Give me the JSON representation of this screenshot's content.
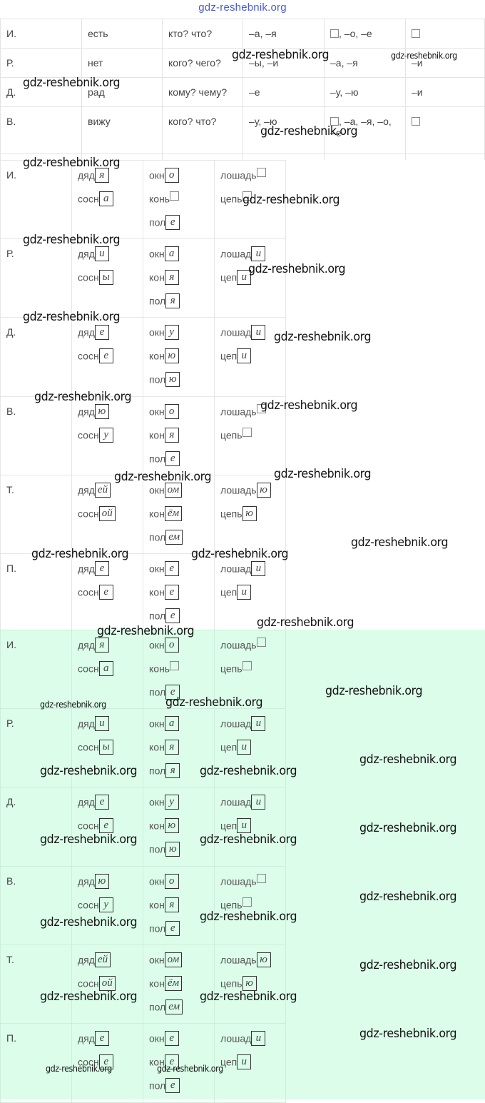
{
  "header": {
    "watermark": "gdz-reshebnik.org"
  },
  "endings_table": {
    "rows": [
      {
        "case": "И.",
        "aux": "есть",
        "question": "кто? что?",
        "decl1": "–а, –я",
        "decl2": "□, –о, –е",
        "decl3": "□"
      },
      {
        "case": "Р.",
        "aux": "нет",
        "question": "кого? чего?",
        "decl1": "–ы, –и",
        "decl2": "–а, –я",
        "decl3": "–и"
      },
      {
        "case": "Д.",
        "aux": "рад",
        "question": "кому? чему?",
        "decl1": "–е",
        "decl2": "–у, –ю",
        "decl3": "–и"
      },
      {
        "case": "В.",
        "aux": "вижу",
        "question": "кого? что?",
        "decl1": "–у, –ю",
        "decl2": "□, –а, –я, –о, –е",
        "decl3": "□"
      }
    ]
  },
  "declension_blocks": [
    {
      "background": "#ffffff",
      "rows": [
        {
          "case": "И.",
          "c1": [
            {
              "stem": "дяд",
              "end": "я"
            },
            {
              "stem": "сосн",
              "end": "а"
            }
          ],
          "c2": [
            {
              "stem": "окн",
              "end": "о"
            },
            {
              "stem": "конь",
              "end": ""
            },
            {
              "stem": "пол",
              "end": "е"
            }
          ],
          "c3": [
            {
              "stem": "лошадь",
              "end": ""
            },
            {
              "stem": "цепь",
              "end": ""
            }
          ]
        },
        {
          "case": "Р.",
          "c1": [
            {
              "stem": "дяд",
              "end": "и"
            },
            {
              "stem": "сосн",
              "end": "ы"
            }
          ],
          "c2": [
            {
              "stem": "окн",
              "end": "а"
            },
            {
              "stem": "кон",
              "end": "я"
            },
            {
              "stem": "пол",
              "end": "я"
            }
          ],
          "c3": [
            {
              "stem": "лошад",
              "end": "и"
            },
            {
              "stem": "цеп",
              "end": "и"
            }
          ]
        },
        {
          "case": "Д.",
          "c1": [
            {
              "stem": "дяд",
              "end": "е"
            },
            {
              "stem": "сосн",
              "end": "е"
            }
          ],
          "c2": [
            {
              "stem": "окн",
              "end": "у"
            },
            {
              "stem": "кон",
              "end": "ю"
            },
            {
              "stem": "пол",
              "end": "ю"
            }
          ],
          "c3": [
            {
              "stem": "лошад",
              "end": "и"
            },
            {
              "stem": "цеп",
              "end": "и"
            }
          ]
        },
        {
          "case": "В.",
          "c1": [
            {
              "stem": "дяд",
              "end": "ю"
            },
            {
              "stem": "сосн",
              "end": "у"
            }
          ],
          "c2": [
            {
              "stem": "окн",
              "end": "о"
            },
            {
              "stem": "кон",
              "end": "я"
            },
            {
              "stem": "пол",
              "end": "е"
            }
          ],
          "c3": [
            {
              "stem": "лошадь",
              "end": ""
            },
            {
              "stem": "цепь",
              "end": ""
            }
          ]
        },
        {
          "case": "Т.",
          "c1": [
            {
              "stem": "дяд",
              "end": "ей"
            },
            {
              "stem": "сосн",
              "end": "ой"
            }
          ],
          "c2": [
            {
              "stem": "окн",
              "end": "ом"
            },
            {
              "stem": "кон",
              "end": "ём"
            },
            {
              "stem": "пол",
              "end": "ем"
            }
          ],
          "c3": [
            {
              "stem": "лошадь",
              "end": "ю"
            },
            {
              "stem": "цепь",
              "end": "ю"
            }
          ]
        },
        {
          "case": "П.",
          "c1": [
            {
              "stem": "дяд",
              "end": "е"
            },
            {
              "stem": "сосн",
              "end": "е"
            }
          ],
          "c2": [
            {
              "stem": "окн",
              "end": "е"
            },
            {
              "stem": "кон",
              "end": "е"
            },
            {
              "stem": "пол",
              "end": "е"
            }
          ],
          "c3": [
            {
              "stem": "лошад",
              "end": "и"
            },
            {
              "stem": "цеп",
              "end": "и"
            }
          ]
        }
      ]
    },
    {
      "background": "#dcfde9",
      "rows": [
        {
          "case": "И.",
          "c1": [
            {
              "stem": "дяд",
              "end": "я"
            },
            {
              "stem": "сосн",
              "end": "а"
            }
          ],
          "c2": [
            {
              "stem": "окн",
              "end": "о"
            },
            {
              "stem": "конь",
              "end": ""
            },
            {
              "stem": "пол",
              "end": "е"
            }
          ],
          "c3": [
            {
              "stem": "лошадь",
              "end": ""
            },
            {
              "stem": "цепь",
              "end": ""
            }
          ]
        },
        {
          "case": "Р.",
          "c1": [
            {
              "stem": "дяд",
              "end": "и"
            },
            {
              "stem": "сосн",
              "end": "ы"
            }
          ],
          "c2": [
            {
              "stem": "окн",
              "end": "а"
            },
            {
              "stem": "кон",
              "end": "я"
            },
            {
              "stem": "пол",
              "end": "я"
            }
          ],
          "c3": [
            {
              "stem": "лошад",
              "end": "и"
            },
            {
              "stem": "цеп",
              "end": "и"
            }
          ]
        },
        {
          "case": "Д.",
          "c1": [
            {
              "stem": "дяд",
              "end": "е"
            },
            {
              "stem": "сосн",
              "end": "е"
            }
          ],
          "c2": [
            {
              "stem": "окн",
              "end": "у"
            },
            {
              "stem": "кон",
              "end": "ю"
            },
            {
              "stem": "пол",
              "end": "ю"
            }
          ],
          "c3": [
            {
              "stem": "лошад",
              "end": "и"
            },
            {
              "stem": "цеп",
              "end": "и"
            }
          ]
        },
        {
          "case": "В.",
          "c1": [
            {
              "stem": "дяд",
              "end": "ю"
            },
            {
              "stem": "сосн",
              "end": "у"
            }
          ],
          "c2": [
            {
              "stem": "окн",
              "end": "о"
            },
            {
              "stem": "кон",
              "end": "я"
            },
            {
              "stem": "пол",
              "end": "е"
            }
          ],
          "c3": [
            {
              "stem": "лошадь",
              "end": ""
            },
            {
              "stem": "цепь",
              "end": ""
            }
          ]
        },
        {
          "case": "Т.",
          "c1": [
            {
              "stem": "дяд",
              "end": "ей"
            },
            {
              "stem": "сосн",
              "end": "ой"
            }
          ],
          "c2": [
            {
              "stem": "окн",
              "end": "ом"
            },
            {
              "stem": "кон",
              "end": "ём"
            },
            {
              "stem": "пол",
              "end": "ем"
            }
          ],
          "c3": [
            {
              "stem": "лошадь",
              "end": "ю"
            },
            {
              "stem": "цепь",
              "end": "ю"
            }
          ]
        },
        {
          "case": "П.",
          "c1": [
            {
              "stem": "дяд",
              "end": "е"
            },
            {
              "stem": "сосн",
              "end": "е"
            }
          ],
          "c2": [
            {
              "stem": "окн",
              "end": "е"
            },
            {
              "stem": "кон",
              "end": "е"
            },
            {
              "stem": "пол",
              "end": "е"
            }
          ],
          "c3": [
            {
              "stem": "лошад",
              "end": "и"
            },
            {
              "stem": "цеп",
              "end": "и"
            }
          ]
        }
      ]
    }
  ],
  "watermark_text": "gdz-reshebnik.org"
}
